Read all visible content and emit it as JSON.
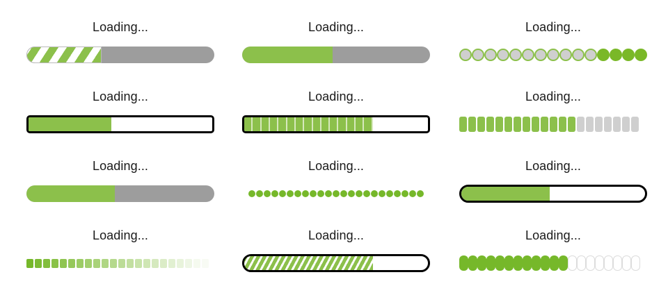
{
  "page": {
    "background": "#ffffff",
    "accent_green": "#8cc04b",
    "accent_green_dark": "#76b82a",
    "gray_track": "#9d9d9d",
    "gray_segment": "#cfcfcf",
    "outline_black": "#000000",
    "label_color": "#1a1a1a"
  },
  "bars": [
    {
      "id": "striped-pill-bar",
      "label": "Loading...",
      "style": "striped-pill",
      "progress_percent": 40,
      "col": 0,
      "row": 0
    },
    {
      "id": "solid-pill-bar",
      "label": "Loading...",
      "style": "solid-pill",
      "progress_percent": 48,
      "col": 1,
      "row": 0
    },
    {
      "id": "circle-segment-bar",
      "label": "Loading...",
      "style": "circles",
      "total_segments": 15,
      "filled_segments": 4,
      "fill_from": "right",
      "col": 2,
      "row": 0
    },
    {
      "id": "outlined-rect-bar",
      "label": "Loading...",
      "style": "outlined-rect",
      "progress_percent": 45,
      "col": 0,
      "row": 1
    },
    {
      "id": "notched-rect-bar",
      "label": "Loading...",
      "style": "outlined-rect-notched",
      "progress_percent": 70,
      "total_segments": 15,
      "col": 1,
      "row": 1
    },
    {
      "id": "chip-segment-bar",
      "label": "Loading...",
      "style": "chips",
      "total_segments": 20,
      "filled_segments": 13,
      "col": 2,
      "row": 1
    },
    {
      "id": "solid-pill-bar-2",
      "label": "Loading...",
      "style": "solid-pill",
      "progress_percent": 47,
      "col": 0,
      "row": 2
    },
    {
      "id": "dot-segment-bar",
      "label": "Loading...",
      "style": "dots",
      "total_segments": 23,
      "filled_segments": 23,
      "col": 1,
      "row": 2
    },
    {
      "id": "outlined-pill-bar",
      "label": "Loading...",
      "style": "outlined-pill",
      "progress_percent": 48,
      "col": 2,
      "row": 2
    },
    {
      "id": "fading-square-bar",
      "label": "Loading...",
      "style": "fading-squares",
      "total_segments": 22,
      "col": 0,
      "row": 3
    },
    {
      "id": "hatched-pill-bar",
      "label": "Loading...",
      "style": "hatched-pill",
      "progress_percent": 70,
      "col": 1,
      "row": 3
    },
    {
      "id": "pill-chip-bar",
      "label": "Loading...",
      "style": "pill-chips",
      "total_segments": 20,
      "filled_segments": 12,
      "col": 2,
      "row": 3
    }
  ]
}
